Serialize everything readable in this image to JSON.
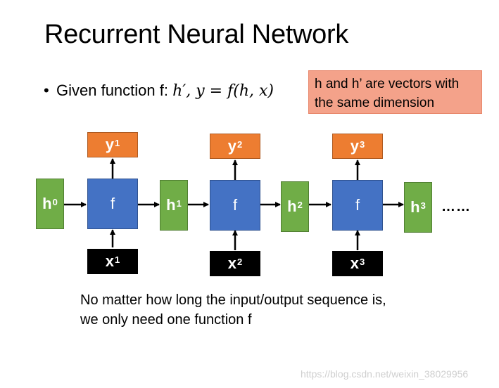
{
  "slide": {
    "title": "Recurrent Neural Network",
    "bullet_text": "Given function f: ",
    "bullet_formula": "h′, y = f(h, x)",
    "note_line1": "h and h’ are vectors with",
    "note_line2": "the same dimension",
    "caption_line1": "No matter how long the input/output sequence is,",
    "caption_line2": "we only need one function f",
    "ellipsis": "……",
    "watermark": "https://blog.csdn.net/weixin_38029956"
  },
  "diagram": {
    "hidden": [
      {
        "base": "h",
        "sup": "0"
      },
      {
        "base": "h",
        "sup": "1"
      },
      {
        "base": "h",
        "sup": "2"
      },
      {
        "base": "h",
        "sup": "3"
      }
    ],
    "functions": [
      "f",
      "f",
      "f"
    ],
    "inputs": [
      {
        "base": "x",
        "sup": "1"
      },
      {
        "base": "x",
        "sup": "2"
      },
      {
        "base": "x",
        "sup": "3"
      }
    ],
    "outputs": [
      {
        "base": "y",
        "sup": "1"
      },
      {
        "base": "y",
        "sup": "2"
      },
      {
        "base": "y",
        "sup": "3"
      }
    ],
    "colors": {
      "hidden": "#70ad47",
      "function": "#4472c4",
      "output": "#ed7d31",
      "input": "#000000",
      "note": "#f4a28a"
    }
  }
}
